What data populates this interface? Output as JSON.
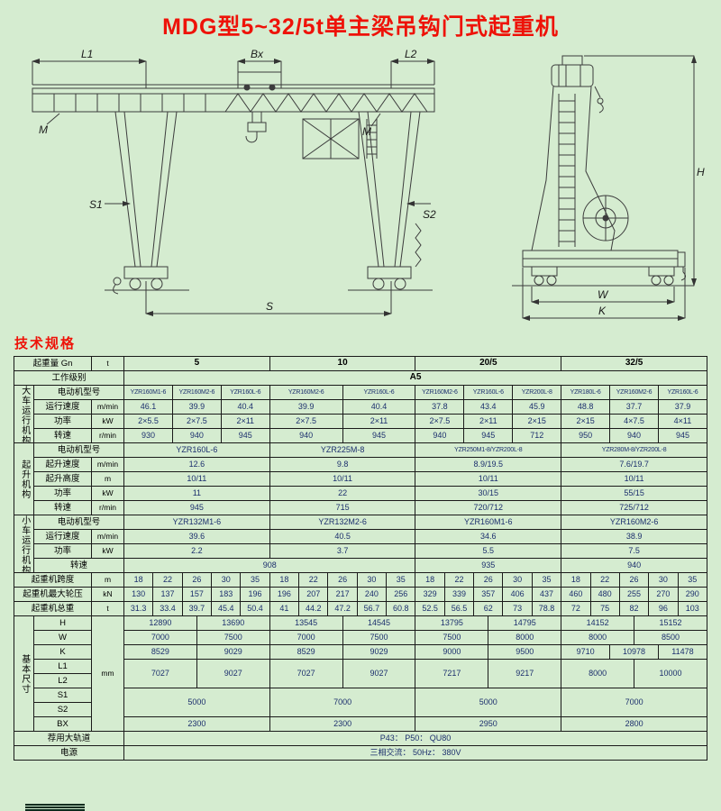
{
  "page": {
    "title": "MDG型5~32/5t单主梁吊钩门式起重机",
    "spec_heading": "技术规格"
  },
  "colors": {
    "background": "#d5ecd0",
    "heading_red": "#ee1208",
    "table_line": "#1a1a1a",
    "data_ink": "#1c2f6d"
  },
  "drawing": {
    "l1": "L1",
    "bx": "Bx",
    "l2": "L2",
    "s1": "S1",
    "s2": "S2",
    "s": "S",
    "w": "W",
    "k": "K",
    "h": "H",
    "m1": "M",
    "m2": "M"
  },
  "table": {
    "rows": [
      [
        {
          "t": "起重量 Gn",
          "c": 2,
          "k": "l"
        },
        {
          "t": "t",
          "k": "u"
        },
        {
          "t": "5",
          "c": 30,
          "k": "h"
        },
        {
          "t": "10",
          "c": 30,
          "k": "h"
        },
        {
          "t": "20/5",
          "c": 30,
          "k": "h"
        },
        {
          "t": "32/5",
          "c": 30,
          "k": "h"
        }
      ],
      [
        {
          "t": "工作级别",
          "c": 3,
          "k": "l"
        },
        {
          "t": "A5",
          "c": 120,
          "k": "h"
        }
      ],
      [
        {
          "t": "大车运行机构",
          "r": 4,
          "k": "g"
        },
        {
          "t": "电动机型号",
          "c": 2,
          "k": "l"
        },
        {
          "t": "YZR160M1-6",
          "c": 10,
          "k": "s"
        },
        {
          "t": "YZR160M2-6",
          "c": 10,
          "k": "s"
        },
        {
          "t": "YZR160L-6",
          "c": 10,
          "k": "s"
        },
        {
          "t": "YZR160M2-6",
          "c": 15,
          "k": "s"
        },
        {
          "t": "YZR160L-6",
          "c": 15,
          "k": "s"
        },
        {
          "t": "YZR160M2-6",
          "c": 10,
          "k": "s"
        },
        {
          "t": "YZR160L-6",
          "c": 10,
          "k": "s"
        },
        {
          "t": "YZR200L-8",
          "c": 10,
          "k": "s"
        },
        {
          "t": "YZR180L-6",
          "c": 10,
          "k": "s"
        },
        {
          "t": "YZR160M2-6",
          "c": 10,
          "k": "s"
        },
        {
          "t": "YZR160L-6",
          "c": 10,
          "k": "s"
        }
      ],
      [
        {
          "t": "运行速度",
          "k": "l"
        },
        {
          "t": "m/min",
          "k": "u"
        },
        {
          "t": "46.1",
          "c": 10
        },
        {
          "t": "39.9",
          "c": 10
        },
        {
          "t": "40.4",
          "c": 10
        },
        {
          "t": "39.9",
          "c": 15
        },
        {
          "t": "40.4",
          "c": 15
        },
        {
          "t": "37.8",
          "c": 10
        },
        {
          "t": "43.4",
          "c": 10
        },
        {
          "t": "45.9",
          "c": 10
        },
        {
          "t": "48.8",
          "c": 10
        },
        {
          "t": "37.7",
          "c": 10
        },
        {
          "t": "37.9",
          "c": 10
        }
      ],
      [
        {
          "t": "功率",
          "k": "l"
        },
        {
          "t": "kW",
          "k": "u"
        },
        {
          "t": "2×5.5",
          "c": 10
        },
        {
          "t": "2×7.5",
          "c": 10
        },
        {
          "t": "2×11",
          "c": 10
        },
        {
          "t": "2×7.5",
          "c": 15
        },
        {
          "t": "2×11",
          "c": 15
        },
        {
          "t": "2×7.5",
          "c": 10
        },
        {
          "t": "2×11",
          "c": 10
        },
        {
          "t": "2×15",
          "c": 10
        },
        {
          "t": "2×15",
          "c": 10
        },
        {
          "t": "4×7.5",
          "c": 10
        },
        {
          "t": "4×11",
          "c": 10
        }
      ],
      [
        {
          "t": "转速",
          "k": "l"
        },
        {
          "t": "r/min",
          "k": "u"
        },
        {
          "t": "930",
          "c": 10
        },
        {
          "t": "940",
          "c": 10
        },
        {
          "t": "945",
          "c": 10
        },
        {
          "t": "940",
          "c": 15
        },
        {
          "t": "945",
          "c": 15
        },
        {
          "t": "940",
          "c": 10
        },
        {
          "t": "945",
          "c": 10
        },
        {
          "t": "712",
          "c": 10
        },
        {
          "t": "950",
          "c": 10
        },
        {
          "t": "940",
          "c": 10
        },
        {
          "t": "945",
          "c": 10
        }
      ],
      [
        {
          "t": "起升机构",
          "r": 5,
          "k": "g"
        },
        {
          "t": "电动机型号",
          "c": 2,
          "k": "l"
        },
        {
          "t": "YZR160L-6",
          "c": 30
        },
        {
          "t": "YZR225M-8",
          "c": 30
        },
        {
          "t": "YZR250M1-8/YZR200L-8",
          "c": 30,
          "k": "s"
        },
        {
          "t": "YZR280M-8/YZR200L-8",
          "c": 30,
          "k": "s"
        }
      ],
      [
        {
          "t": "起升速度",
          "k": "l"
        },
        {
          "t": "m/min",
          "k": "u"
        },
        {
          "t": "12.6",
          "c": 30
        },
        {
          "t": "9.8",
          "c": 30
        },
        {
          "t": "8.9/19.5",
          "c": 30
        },
        {
          "t": "7.6/19.7",
          "c": 30
        }
      ],
      [
        {
          "t": "起升高度",
          "k": "l"
        },
        {
          "t": "m",
          "k": "u"
        },
        {
          "t": "10/11",
          "c": 30
        },
        {
          "t": "10/11",
          "c": 30
        },
        {
          "t": "10/11",
          "c": 30
        },
        {
          "t": "10/11",
          "c": 30
        }
      ],
      [
        {
          "t": "功率",
          "k": "l"
        },
        {
          "t": "kW",
          "k": "u"
        },
        {
          "t": "11",
          "c": 30
        },
        {
          "t": "22",
          "c": 30
        },
        {
          "t": "30/15",
          "c": 30
        },
        {
          "t": "55/15",
          "c": 30
        }
      ],
      [
        {
          "t": "转速",
          "k": "l"
        },
        {
          "t": "r/min",
          "k": "u"
        },
        {
          "t": "945",
          "c": 30
        },
        {
          "t": "715",
          "c": 30
        },
        {
          "t": "720/712",
          "c": 30
        },
        {
          "t": "725/712",
          "c": 30
        }
      ],
      [
        {
          "t": "小车运行机构",
          "r": 4,
          "k": "g"
        },
        {
          "t": "电动机型号",
          "c": 2,
          "k": "l"
        },
        {
          "t": "YZR132M1-6",
          "c": 30
        },
        {
          "t": "YZR132M2-6",
          "c": 30
        },
        {
          "t": "YZR160M1-6",
          "c": 30
        },
        {
          "t": "YZR160M2-6",
          "c": 30
        }
      ],
      [
        {
          "t": "运行速度",
          "k": "l"
        },
        {
          "t": "m/min",
          "k": "u"
        },
        {
          "t": "39.6",
          "c": 30
        },
        {
          "t": "40.5",
          "c": 30
        },
        {
          "t": "34.6",
          "c": 30
        },
        {
          "t": "38.9",
          "c": 30
        }
      ],
      [
        {
          "t": "功率",
          "k": "l"
        },
        {
          "t": "kW",
          "k": "u"
        },
        {
          "t": "2.2",
          "c": 30
        },
        {
          "t": "3.7",
          "c": 30
        },
        {
          "t": "5.5",
          "c": 30
        },
        {
          "t": "7.5",
          "c": 30
        }
      ],
      [
        {
          "t": "转速",
          "c": 2,
          "k": "l"
        },
        {
          "t": "908",
          "c": 60
        },
        {
          "t": "935",
          "c": 30
        },
        {
          "t": "940",
          "c": 30
        }
      ],
      [
        {
          "t": "起重机跨度",
          "c": 2,
          "k": "l"
        },
        {
          "t": "m",
          "k": "u"
        },
        {
          "t": "18",
          "c": 6
        },
        {
          "t": "22",
          "c": 6
        },
        {
          "t": "26",
          "c": 6
        },
        {
          "t": "30",
          "c": 6
        },
        {
          "t": "35",
          "c": 6
        },
        {
          "t": "18",
          "c": 6
        },
        {
          "t": "22",
          "c": 6
        },
        {
          "t": "26",
          "c": 6
        },
        {
          "t": "30",
          "c": 6
        },
        {
          "t": "35",
          "c": 6
        },
        {
          "t": "18",
          "c": 6
        },
        {
          "t": "22",
          "c": 6
        },
        {
          "t": "26",
          "c": 6
        },
        {
          "t": "30",
          "c": 6
        },
        {
          "t": "35",
          "c": 6
        },
        {
          "t": "18",
          "c": 6
        },
        {
          "t": "22",
          "c": 6
        },
        {
          "t": "26",
          "c": 6
        },
        {
          "t": "30",
          "c": 6
        },
        {
          "t": "35",
          "c": 6
        }
      ],
      [
        {
          "t": "起重机最大轮压",
          "c": 2,
          "k": "l"
        },
        {
          "t": "kN",
          "k": "u"
        },
        {
          "t": "130",
          "c": 6
        },
        {
          "t": "137",
          "c": 6
        },
        {
          "t": "157",
          "c": 6
        },
        {
          "t": "183",
          "c": 6
        },
        {
          "t": "196",
          "c": 6
        },
        {
          "t": "196",
          "c": 6
        },
        {
          "t": "207",
          "c": 6
        },
        {
          "t": "217",
          "c": 6
        },
        {
          "t": "240",
          "c": 6
        },
        {
          "t": "256",
          "c": 6
        },
        {
          "t": "329",
          "c": 6
        },
        {
          "t": "339",
          "c": 6
        },
        {
          "t": "357",
          "c": 6
        },
        {
          "t": "406",
          "c": 6
        },
        {
          "t": "437",
          "c": 6
        },
        {
          "t": "460",
          "c": 6
        },
        {
          "t": "480",
          "c": 6
        },
        {
          "t": "255",
          "c": 6
        },
        {
          "t": "270",
          "c": 6
        },
        {
          "t": "290",
          "c": 6
        }
      ],
      [
        {
          "t": "起重机总重",
          "c": 2,
          "k": "l"
        },
        {
          "t": "t",
          "k": "u"
        },
        {
          "t": "31.3",
          "c": 6
        },
        {
          "t": "33.4",
          "c": 6
        },
        {
          "t": "39.7",
          "c": 6
        },
        {
          "t": "45.4",
          "c": 6
        },
        {
          "t": "50.4",
          "c": 6
        },
        {
          "t": "41",
          "c": 6
        },
        {
          "t": "44.2",
          "c": 6
        },
        {
          "t": "47.2",
          "c": 6
        },
        {
          "t": "56.7",
          "c": 6
        },
        {
          "t": "60.8",
          "c": 6
        },
        {
          "t": "52.5",
          "c": 6
        },
        {
          "t": "56.5",
          "c": 6
        },
        {
          "t": "62",
          "c": 6
        },
        {
          "t": "73",
          "c": 6
        },
        {
          "t": "78.8",
          "c": 6
        },
        {
          "t": "72",
          "c": 6
        },
        {
          "t": "75",
          "c": 6
        },
        {
          "t": "82",
          "c": 6
        },
        {
          "t": "96",
          "c": 6
        },
        {
          "t": "103",
          "c": 6
        }
      ],
      [
        {
          "t": "基本尺寸",
          "r": 8,
          "k": "g"
        },
        {
          "t": "H",
          "k": "l"
        },
        {
          "t": "mm",
          "r": 8,
          "k": "u"
        },
        {
          "t": "12890",
          "c": 15
        },
        {
          "t": "13690",
          "c": 15
        },
        {
          "t": "13545",
          "c": 15
        },
        {
          "t": "14545",
          "c": 15
        },
        {
          "t": "13795",
          "c": 15
        },
        {
          "t": "14795",
          "c": 15
        },
        {
          "t": "14152",
          "c": 15
        },
        {
          "t": "15152",
          "c": 15
        }
      ],
      [
        {
          "t": "W",
          "k": "l"
        },
        {
          "t": "7000",
          "c": 15
        },
        {
          "t": "7500",
          "c": 15
        },
        {
          "t": "7000",
          "c": 15
        },
        {
          "t": "7500",
          "c": 15
        },
        {
          "t": "7500",
          "c": 15
        },
        {
          "t": "8000",
          "c": 15
        },
        {
          "t": "8000",
          "c": 15
        },
        {
          "t": "8500",
          "c": 15
        }
      ],
      [
        {
          "t": "K",
          "k": "l"
        },
        {
          "t": "8529",
          "c": 15
        },
        {
          "t": "9029",
          "c": 15
        },
        {
          "t": "8529",
          "c": 15
        },
        {
          "t": "9029",
          "c": 15
        },
        {
          "t": "9000",
          "c": 15
        },
        {
          "t": "9500",
          "c": 15
        },
        {
          "t": "9710",
          "c": 10
        },
        {
          "t": "10978",
          "c": 10
        },
        {
          "t": "11478",
          "c": 10
        }
      ],
      [
        {
          "t": "L1",
          "k": "l"
        },
        {
          "t": "7027",
          "c": 15,
          "r": 2
        },
        {
          "t": "9027",
          "c": 15,
          "r": 2
        },
        {
          "t": "7027",
          "c": 15,
          "r": 2
        },
        {
          "t": "9027",
          "c": 15,
          "r": 2
        },
        {
          "t": "7217",
          "c": 15,
          "r": 2
        },
        {
          "t": "9217",
          "c": 15,
          "r": 2
        },
        {
          "t": "8000",
          "c": 15,
          "r": 2
        },
        {
          "t": "10000",
          "c": 15,
          "r": 2
        }
      ],
      [
        {
          "t": "L2",
          "k": "l"
        }
      ],
      [
        {
          "t": "S1",
          "k": "l"
        },
        {
          "t": "5000",
          "c": 30,
          "r": 2
        },
        {
          "t": "7000",
          "c": 30,
          "r": 2
        },
        {
          "t": "5000",
          "c": 30,
          "r": 2
        },
        {
          "t": "7000",
          "c": 30,
          "r": 2
        }
      ],
      [
        {
          "t": "S2",
          "k": "l"
        }
      ],
      [
        {
          "t": "BX",
          "k": "l"
        },
        {
          "t": "2300",
          "c": 30
        },
        {
          "t": "2300",
          "c": 30
        },
        {
          "t": "2950",
          "c": 30
        },
        {
          "t": "2800",
          "c": 30
        }
      ],
      [
        {
          "t": "荐用大轨道",
          "c": 3,
          "k": "l"
        },
        {
          "t": "P43：    P50：    QU80",
          "c": 120
        }
      ],
      [
        {
          "t": "电源",
          "c": 3,
          "k": "l"
        },
        {
          "t": "三相交流：    50Hz：    380V",
          "c": 120
        }
      ]
    ]
  }
}
